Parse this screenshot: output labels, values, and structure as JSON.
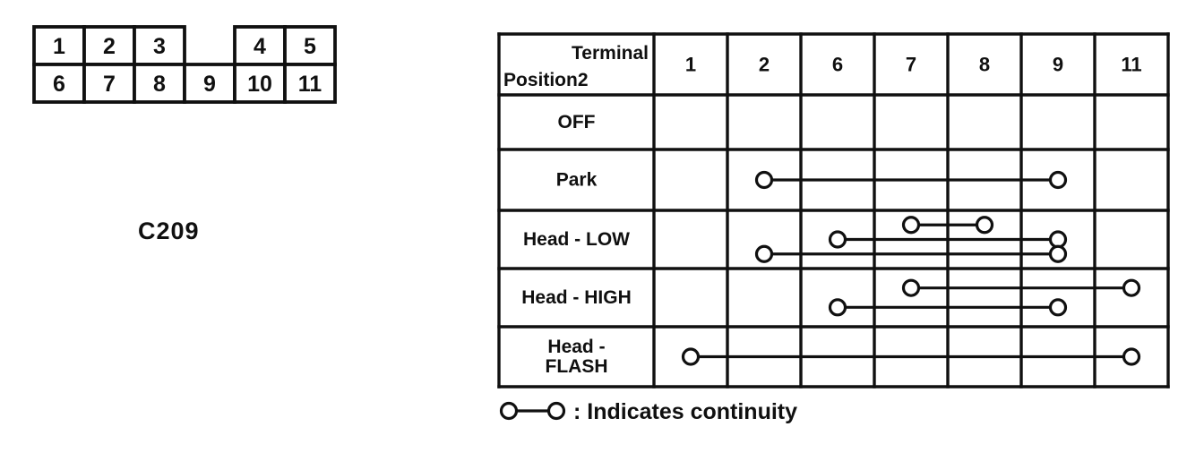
{
  "connector": {
    "label": "C209",
    "pin_rows": [
      {
        "cells": [
          {
            "pin": "1",
            "col": 0
          },
          {
            "pin": "2",
            "col": 1
          },
          {
            "pin": "3",
            "col": 2
          },
          {
            "pin": "4",
            "col": 4
          },
          {
            "pin": "5",
            "col": 5
          }
        ]
      },
      {
        "cells": [
          {
            "pin": "6",
            "col": 0
          },
          {
            "pin": "7",
            "col": 1
          },
          {
            "pin": "8",
            "col": 2
          },
          {
            "pin": "9",
            "col": 3
          },
          {
            "pin": "10",
            "col": 4
          },
          {
            "pin": "11",
            "col": 5
          }
        ]
      }
    ]
  },
  "table": {
    "corner": {
      "top_right": "Terminal",
      "bottom_left": "Position2"
    },
    "terminals": [
      "1",
      "2",
      "6",
      "7",
      "8",
      "9",
      "11"
    ],
    "rows": [
      {
        "position": "OFF",
        "connections": []
      },
      {
        "position": "Park",
        "connections": [
          [
            "2",
            "9"
          ]
        ]
      },
      {
        "position": "Head - LOW",
        "connections": [
          [
            "7",
            "8"
          ],
          [
            "6",
            "9"
          ],
          [
            "2",
            "9"
          ]
        ]
      },
      {
        "position": "Head - HIGH",
        "connections": [
          [
            "7",
            "11"
          ],
          [
            "6",
            "9"
          ]
        ]
      },
      {
        "position": "Head -\nFLASH",
        "connections": [
          [
            "1",
            "11"
          ]
        ]
      }
    ]
  },
  "legend": {
    "icon": "continuity-symbol",
    "text": ": Indicates continuity"
  },
  "colors": {
    "ink": "#101010",
    "background": "#ffffff"
  }
}
